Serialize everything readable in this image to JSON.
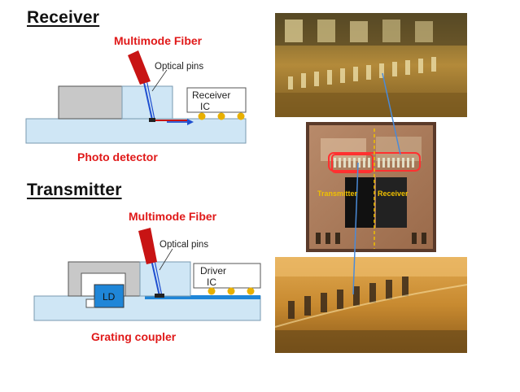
{
  "receiver": {
    "title": "Receiver",
    "fiber_label": "Multimode Fiber",
    "pins_label": "Optical pins",
    "ic_line1": "Receiver",
    "ic_line2": "IC",
    "detector_label": "Photo detector"
  },
  "transmitter": {
    "title": "Transmitter",
    "fiber_label": "Multimode Fiber",
    "pins_label": "Optical pins",
    "ic_line1": "Driver",
    "ic_line2": "IC",
    "ld_label": "LD",
    "coupler_label": "Grating coupler"
  },
  "photos": {
    "chip_left_label": "Transmitter",
    "chip_right_label": "Receiver"
  },
  "colors": {
    "fiber_red": "#c81414",
    "label_red": "#e01919",
    "substrate_blue": "#cfe6f5",
    "pin_blue": "#1f4fd0",
    "ld_blue": "#1f86d8",
    "solder_gold": "#e8b000"
  }
}
